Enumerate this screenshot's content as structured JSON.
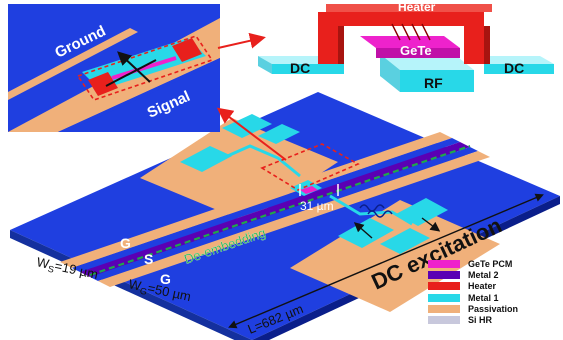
{
  "inset": {
    "ground_label": "Ground",
    "signal_label": "Signal"
  },
  "cross_section": {
    "heater_label": "Heater",
    "gete_label": "GeTe",
    "dc_left_label": "DC",
    "dc_right_label": "DC",
    "rf_label": "RF"
  },
  "device": {
    "ground_top_label": "G",
    "signal_label": "S",
    "ground_bottom_label": "G",
    "deembedding_label": "De-embedding",
    "gap_label": "31 µm",
    "dc_excitation_label": "DC excitation",
    "ws_label": "W",
    "ws_sub": "S",
    "ws_value": "=19 µm",
    "wg_label": "W",
    "wg_sub": "G",
    "wg_value": "=50 µm",
    "length_label": "L=682 µm"
  },
  "legend": {
    "items": [
      {
        "label": "GeTe PCM",
        "color": "#ee22cc"
      },
      {
        "label": "Metal 2",
        "color": "#5a00b4"
      },
      {
        "label": "Heater",
        "color": "#e8201c"
      },
      {
        "label": "Metal 1",
        "color": "#28d8e8"
      },
      {
        "label": "Passivation",
        "color": "#f0b07a"
      },
      {
        "label": "Si HR",
        "color": "#c8c8dc"
      }
    ]
  },
  "colors": {
    "substrate_blue": "#1f3fe0",
    "passivation": "#f0b07a",
    "metal1": "#28d8e8",
    "heater": "#e8201c",
    "gete": "#ee22cc",
    "metal2": "#5a00b4",
    "dashed_box": "#e8201c",
    "deembed_green": "#1fa84a"
  }
}
